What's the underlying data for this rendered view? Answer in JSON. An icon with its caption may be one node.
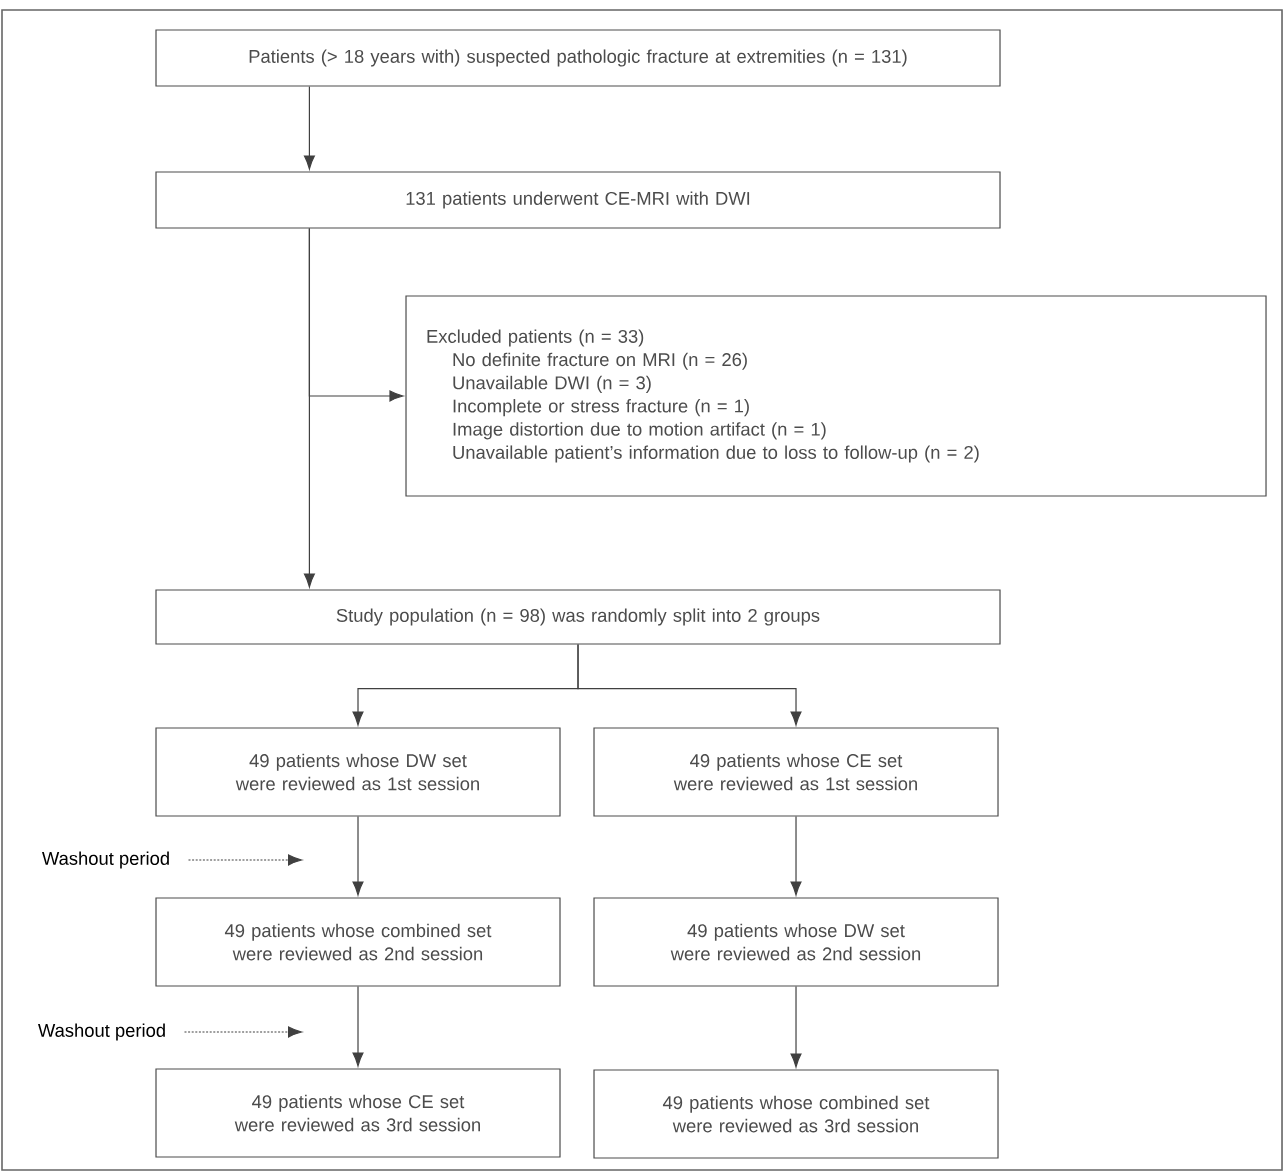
{
  "diagram": {
    "nodes": [
      {
        "text": [
          "Patients (> 18 years with) suspected pathologic fracture at extremities (n = 131)"
        ]
      },
      {
        "text": [
          "131 patients underwent CE-MRI with DWI"
        ]
      },
      {
        "text": [
          "Excluded patients (n = 33)",
          "No definite fracture on MRI (n = 26)",
          "Unavailable DWI (n = 3)",
          "Incomplete or stress fracture (n = 1)",
          "Image distortion due to motion artifact (n = 1)",
          "Unavailable patient’s information due to loss to follow-up (n = 2)"
        ]
      },
      {
        "text": [
          "Study population (n = 98) was randomly split into 2 groups"
        ]
      },
      {
        "text": [
          "49 patients whose DW set were reviewed as 1st session"
        ]
      },
      {
        "text": [
          "49 patients whose CE set were reviewed as 1st session"
        ]
      },
      {
        "text": [
          "49 patients whose combined set were reviewed as 2nd session"
        ]
      },
      {
        "text": [
          "49 patients whose DW set were reviewed as 2nd session"
        ]
      },
      {
        "text": [
          "49 patients whose CE set were reviewed as 3rd session"
        ]
      },
      {
        "text": [
          "49 patients whose combined set were reviewed as 3rd session"
        ]
      },
      {
        "text": [
          "Washout period"
        ]
      },
      {
        "text": [
          "Washout period"
        ]
      }
    ],
    "edges": [
      {
        "from": 0,
        "to": 1,
        "arrow": "to"
      },
      {
        "from": 1,
        "to": 2,
        "arrow": "to"
      },
      {
        "from": 1,
        "to": 3,
        "arrow": "to"
      },
      {
        "from": 3,
        "to": 4,
        "arrow": "to"
      },
      {
        "from": 3,
        "to": 5,
        "arrow": "to"
      },
      {
        "from": 4,
        "to": 6,
        "arrow": "to"
      },
      {
        "from": 6,
        "to": 8,
        "arrow": "to"
      },
      {
        "from": 5,
        "to": 7,
        "arrow": "to"
      },
      {
        "from": 7,
        "to": 9,
        "arrow": "to"
      },
      {
        "from": 10,
        "to": null,
        "arrow": "to",
        "style": "dashed"
      },
      {
        "from": 11,
        "to": null,
        "arrow": "to",
        "style": "dashed"
      }
    ]
  }
}
